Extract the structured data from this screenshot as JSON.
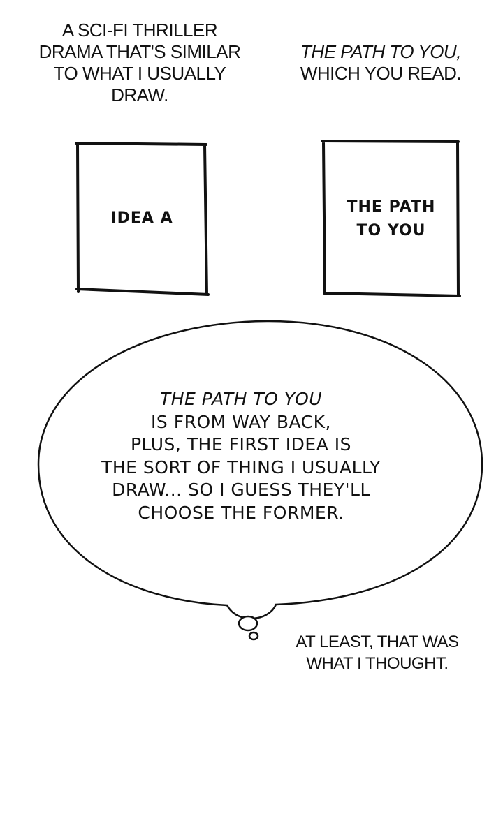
{
  "captions": {
    "left": [
      "A SCI-FI THRILLER",
      "DRAMA THAT'S SIMILAR",
      "TO WHAT I USUALLY",
      "DRAW."
    ],
    "right_title": "THE PATH TO YOU,",
    "right_rest": "WHICH YOU READ.",
    "bottom": [
      "AT LEAST, THAT WAS",
      "WHAT I THOUGHT."
    ]
  },
  "boxes": {
    "left_label": "IDEA A",
    "right_label": [
      "THE PATH",
      "TO YOU"
    ]
  },
  "thought_bubble": {
    "title": "THE PATH TO YOU",
    "lines": [
      "IS FROM WAY BACK,",
      "PLUS, THE FIRST IDEA IS",
      "THE SORT OF THING I USUALLY",
      "DRAW... SO I GUESS THEY'LL",
      "CHOOSE THE FORMER."
    ]
  }
}
